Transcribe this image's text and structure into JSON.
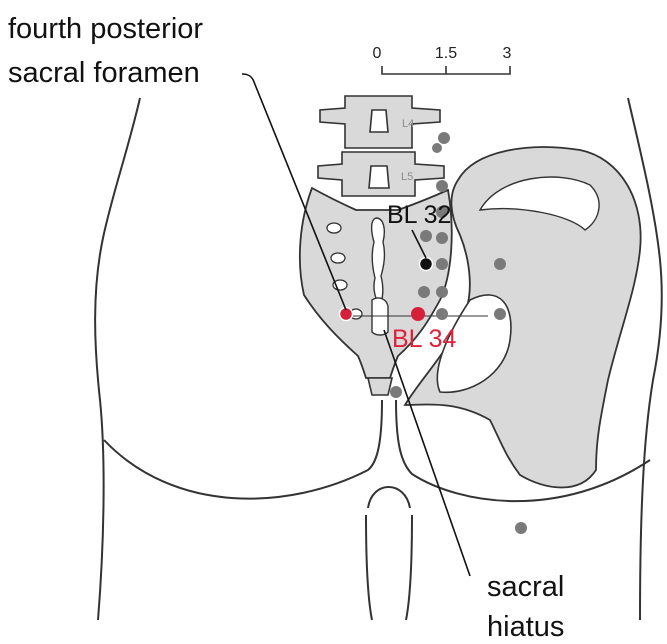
{
  "labels": {
    "fourth_posterior_line1": "fourth posterior",
    "fourth_posterior_line2": "sacral foramen",
    "sacral_hiatus_line1": "sacral",
    "sacral_hiatus_line2": "hiatus",
    "bl32": "BL 32",
    "bl34": "BL 34",
    "vertebra_l4": "L4",
    "vertebra_l5": "L5"
  },
  "scale": {
    "ticks": [
      "0",
      "1.5",
      "3"
    ]
  },
  "colors": {
    "outline": "#333333",
    "bone_fill": "#d9d9d9",
    "point_gray": "#7a7a7a",
    "point_black": "#111111",
    "point_red": "#d6203a",
    "label_red": "#e0203a"
  }
}
